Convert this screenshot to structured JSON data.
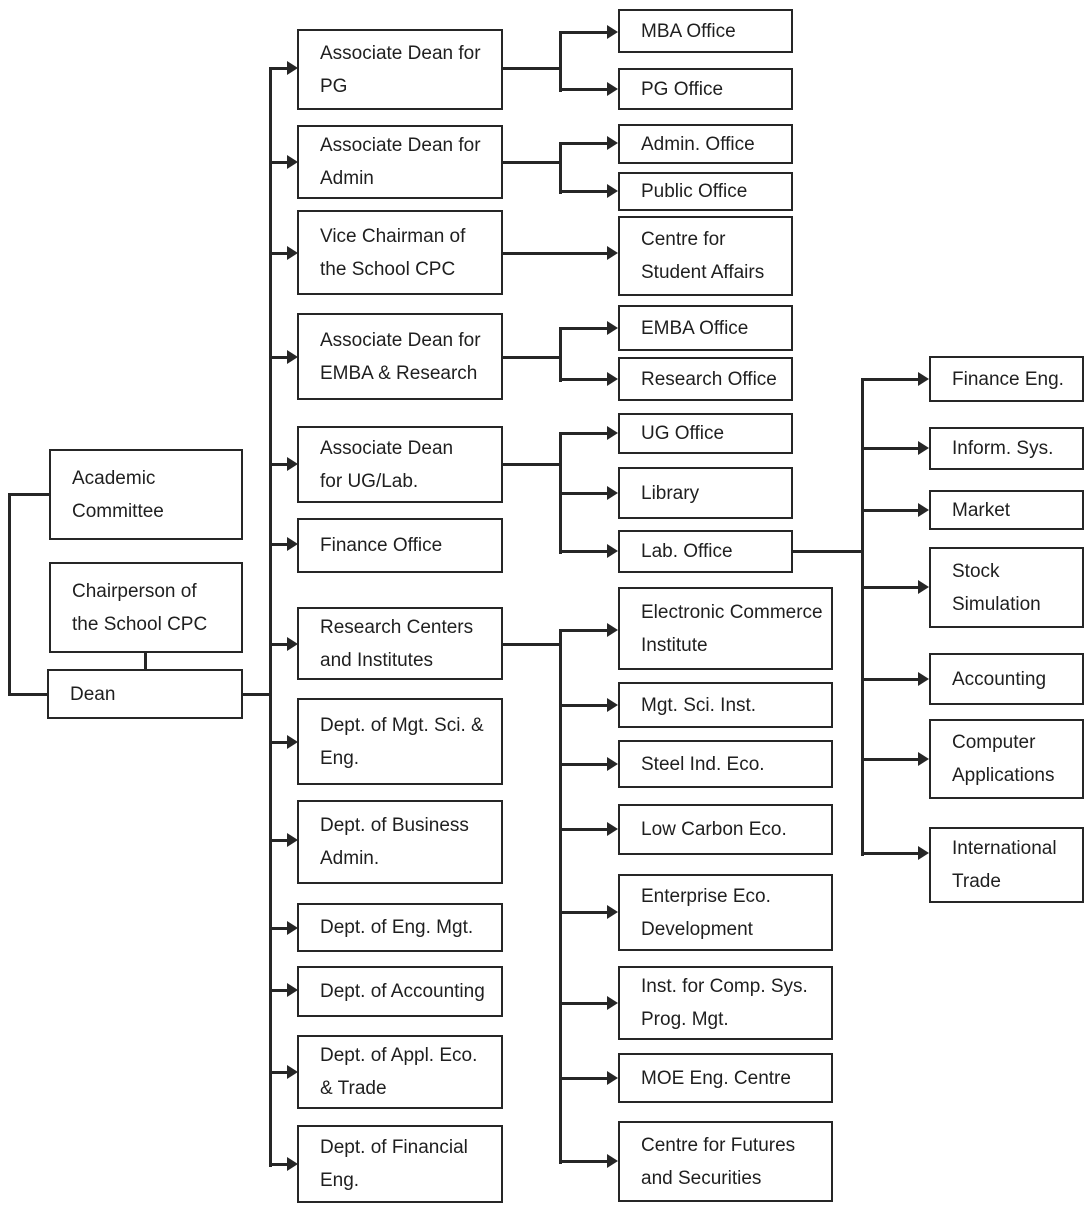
{
  "diagram": {
    "type": "org-chart",
    "description": "School organizational chart"
  },
  "colors": {
    "line": "#262626",
    "border": "#262626",
    "background": "#ffffff",
    "text": "#1f1f1f"
  },
  "nodes": {
    "academic_committee": {
      "label": "Academic\nCommittee"
    },
    "chairperson_cpc": {
      "label": "Chairperson of\nthe School CPC"
    },
    "dean": {
      "label": "Dean"
    },
    "adean_pg": {
      "label": "Associate Dean for\nPG"
    },
    "adean_admin": {
      "label": "Associate Dean for\nAdmin"
    },
    "vice_chairman_cpc": {
      "label": "Vice Chairman of\nthe School CPC"
    },
    "adean_emba_research": {
      "label": "Associate Dean for\nEMBA & Research"
    },
    "adean_ug_lab": {
      "label": "Associate Dean\nfor UG/Lab."
    },
    "finance_office": {
      "label": "Finance Office"
    },
    "research_centers": {
      "label": "Research Centers\nand Institutes"
    },
    "dept_mgt_sci_eng": {
      "label": "Dept. of Mgt. Sci. &\nEng."
    },
    "dept_business_admin": {
      "label": "Dept. of Business\nAdmin."
    },
    "dept_eng_mgt": {
      "label": "Dept. of Eng. Mgt."
    },
    "dept_accounting": {
      "label": "Dept. of Accounting"
    },
    "dept_appl_eco_trade": {
      "label": "Dept. of Appl. Eco.\n& Trade"
    },
    "dept_financial_eng": {
      "label": "Dept. of Financial\nEng."
    },
    "mba_office": {
      "label": "MBA Office"
    },
    "pg_office": {
      "label": "PG Office"
    },
    "admin_office": {
      "label": "Admin. Office"
    },
    "public_office": {
      "label": "Public Office"
    },
    "centre_student_affairs": {
      "label": "Centre for\nStudent Affairs"
    },
    "emba_office": {
      "label": "EMBA Office"
    },
    "research_office": {
      "label": "Research Office"
    },
    "ug_office": {
      "label": "UG Office"
    },
    "library": {
      "label": "Library"
    },
    "lab_office": {
      "label": "Lab. Office"
    },
    "electronic_commerce_institute": {
      "label": "Electronic Commerce\nInstitute"
    },
    "mgt_sci_inst": {
      "label": "Mgt. Sci. Inst."
    },
    "steel_ind_eco": {
      "label": "Steel Ind. Eco."
    },
    "low_carbon_eco": {
      "label": "Low Carbon Eco."
    },
    "enterprise_eco_development": {
      "label": "Enterprise Eco.\nDevelopment"
    },
    "inst_comp_sys_prog_mgt": {
      "label": "Inst. for Comp. Sys.\nProg. Mgt."
    },
    "moe_eng_centre": {
      "label": "MOE Eng. Centre"
    },
    "centre_futures_securities": {
      "label": "Centre for Futures\nand Securities"
    },
    "finance_eng": {
      "label": "Finance Eng."
    },
    "inform_sys": {
      "label": "Inform. Sys."
    },
    "market": {
      "label": "Market"
    },
    "stock_simulation": {
      "label": "Stock\nSimulation"
    },
    "accounting": {
      "label": "Accounting"
    },
    "computer_applications": {
      "label": "Computer\nApplications"
    },
    "international_trade": {
      "label": "International\nTrade"
    }
  }
}
